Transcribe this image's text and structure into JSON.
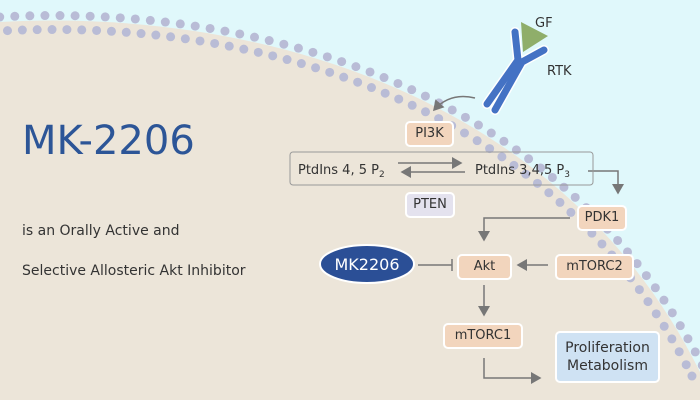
{
  "title": "MK-2206",
  "subtitle_line1": "is an Orally Active and",
  "subtitle_line2": "Selective Allosteric Akt Inhibitor",
  "labels": {
    "gf": "GF",
    "rtk": "RTK"
  },
  "nodes": {
    "pi3k": "PI3K",
    "ptdins2": "PtdIns 4, 5 P",
    "ptdins2_sub": "2",
    "ptdins3": "PtdIns 3,4,5 P",
    "ptdins3_sub": "3",
    "pten": "PTEN",
    "pdk1": "PDK1",
    "akt": "Akt",
    "mtorc2": "mTORC2",
    "mtorc1": "mTORC1",
    "mk2206": "MK2206",
    "outcome1": "Proliferation",
    "outcome2": "Metabolism"
  },
  "colors": {
    "background": "#e0f8fb",
    "cell": "#ece5d9",
    "membrane": "#b9bcd6",
    "title": "#2c5597",
    "node": "#f2d5bd",
    "drug": "#2b4f96",
    "receptor": "#4472c4",
    "ligand": "#8fae6a",
    "outcome": "#cfe2f3",
    "pten": "#e4e2ee"
  }
}
